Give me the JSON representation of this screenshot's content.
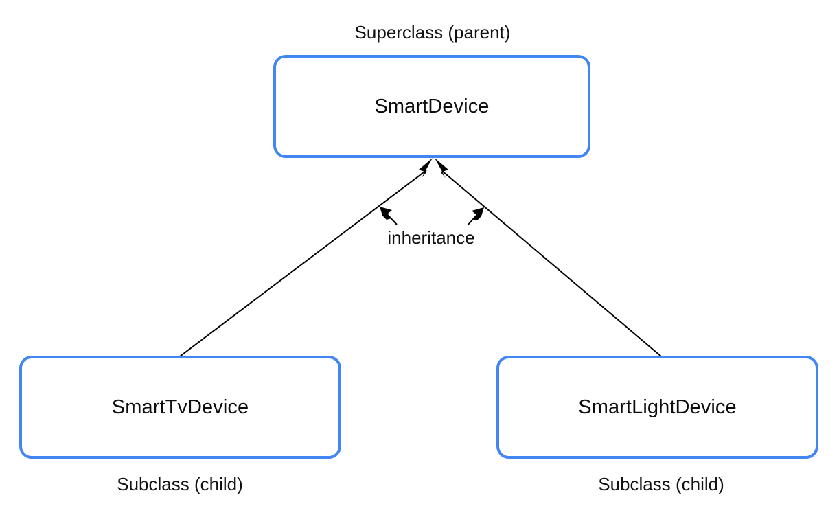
{
  "diagram": {
    "title_role_top": "Superclass (parent)",
    "edge_label": "inheritance",
    "colors": {
      "box_border": "#4285f4",
      "box_fill": "#ffffff",
      "text": "#111111",
      "edge_line": "#000000",
      "background": "#ffffff"
    },
    "classes": [
      {
        "id": "superclass",
        "name": "SmartDevice",
        "role": "Superclass (parent)"
      },
      {
        "id": "sub-left",
        "name": "SmartTvDevice",
        "role": "Subclass (child)"
      },
      {
        "id": "sub-right",
        "name": "SmartLightDevice",
        "role": "Subclass (child)"
      }
    ],
    "relations": [
      {
        "from": "SmartTvDevice",
        "to": "SmartDevice",
        "type": "inheritance"
      },
      {
        "from": "SmartLightDevice",
        "to": "SmartDevice",
        "type": "inheritance"
      }
    ]
  }
}
